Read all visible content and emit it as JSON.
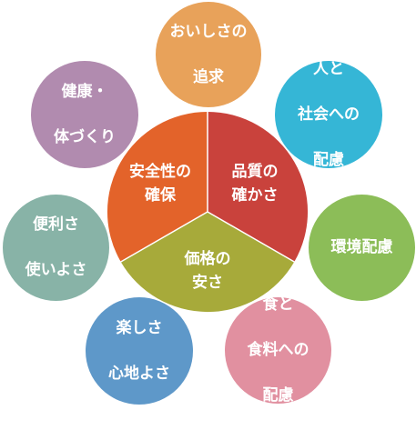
{
  "colors": {
    "center_orange": "#e3632a",
    "center_red": "#c9423c",
    "center_olive": "#a7aa3a",
    "oishisa": "#e8a25a",
    "hito": "#35b6d6",
    "kankyo": "#8cbd58",
    "shoku": "#e190a0",
    "tanoshisa": "#5e98c9",
    "benri": "#88b3a7",
    "kenko": "#b18baf",
    "text": "#ffffff"
  },
  "center": {
    "safety": [
      "安全性の",
      "確保"
    ],
    "quality": [
      "品質の",
      "確かさ"
    ],
    "price": [
      "価格の",
      "安さ"
    ]
  },
  "bubbles": {
    "oishisa": [
      "おいしさの",
      "追求"
    ],
    "hito": [
      "人と",
      "社会への",
      "配慮"
    ],
    "kankyo": [
      "環境配慮"
    ],
    "shoku": [
      "食と",
      "食料への",
      "配慮"
    ],
    "tanoshisa": [
      "楽しさ",
      "心地よさ"
    ],
    "benri": [
      "便利さ",
      "使いよさ"
    ],
    "kenko": [
      "健康・",
      "体づくり"
    ]
  }
}
